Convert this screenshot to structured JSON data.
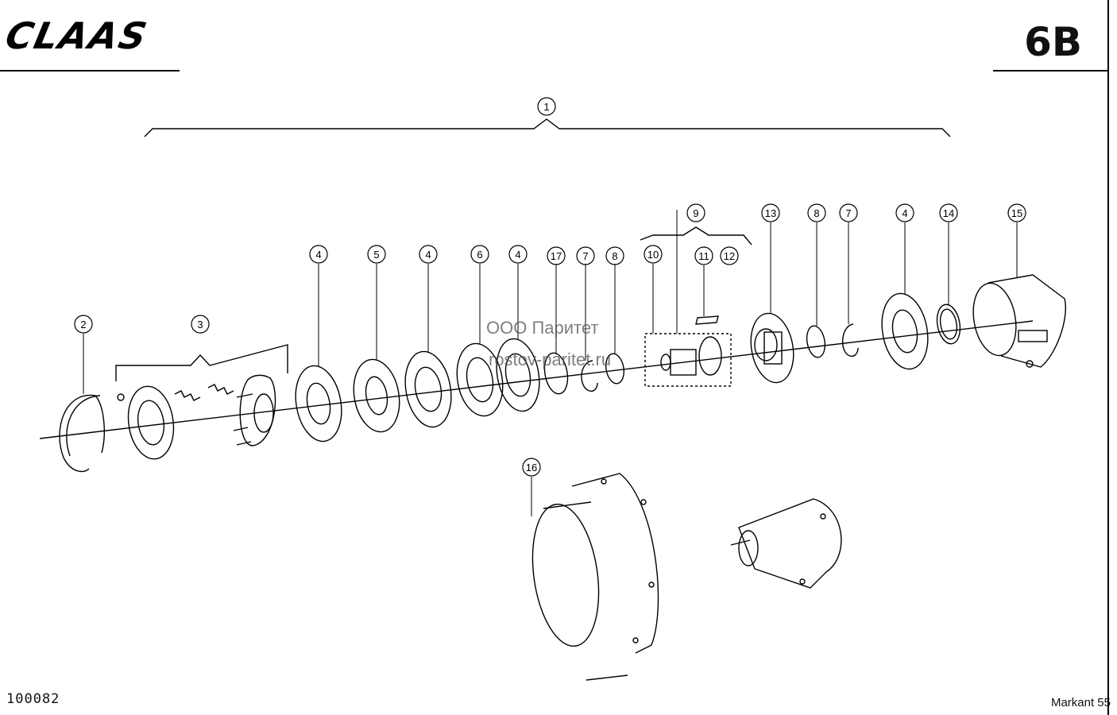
{
  "header": {
    "brand_logo": "CLAAS",
    "page_code": "6B"
  },
  "footer": {
    "drawing_number": "100082",
    "model": "Markant 55"
  },
  "watermark": {
    "line1": "ООО Паритет",
    "line2": "rostov-paritet.ru"
  },
  "callouts": [
    "1",
    "2",
    "3",
    "4",
    "5",
    "4",
    "6",
    "4",
    "17",
    "7",
    "8",
    "10",
    "9",
    "11",
    "12",
    "13",
    "8",
    "7",
    "4",
    "14",
    "15",
    "16"
  ],
  "colors": {
    "ink": "#000000",
    "watermark": "#555555",
    "paper": "#ffffff"
  }
}
